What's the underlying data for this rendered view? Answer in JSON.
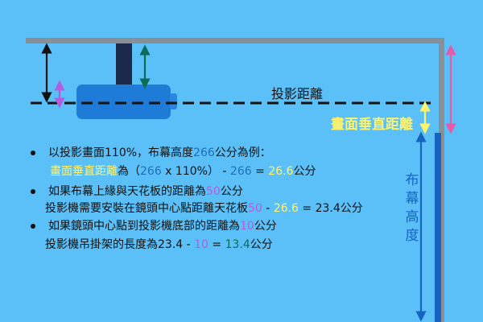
{
  "labels": {
    "throw_distance": "投影距離",
    "vertical_offset": "畫面垂直距離",
    "screen_height_chars": [
      "布",
      "幕",
      "高",
      "度"
    ]
  },
  "notes": [
    {
      "bullet": true,
      "segments": [
        {
          "text": "以投影畫面110%，布幕高度",
          "color": "dark"
        },
        {
          "text": "266",
          "color": "blue"
        },
        {
          "text": "公分為例：",
          "color": "dark"
        }
      ]
    },
    {
      "bullet": false,
      "segments": [
        {
          "text": "畫面垂直距離",
          "color": "yellow"
        },
        {
          "text": "為（",
          "color": "dark"
        },
        {
          "text": "266",
          "color": "blue"
        },
        {
          "text": " x 110%） - ",
          "color": "dark"
        },
        {
          "text": "266",
          "color": "blue"
        },
        {
          "text": " = ",
          "color": "dark"
        },
        {
          "text": "26.6",
          "color": "yellow"
        },
        {
          "text": "公分",
          "color": "dark"
        }
      ]
    },
    {
      "bullet": true,
      "segments": [
        {
          "text": "如果布幕上緣與天花板的距離為",
          "color": "dark"
        },
        {
          "text": "50",
          "color": "purple"
        },
        {
          "text": "公分",
          "color": "dark"
        }
      ]
    },
    {
      "bullet": false,
      "segments": [
        {
          "text": "投影機需要安裝在鏡頭中心點距離天花板",
          "color": "dark"
        },
        {
          "text": "50",
          "color": "purple"
        },
        {
          "text": " - ",
          "color": "dark"
        },
        {
          "text": "26.6",
          "color": "yellow"
        },
        {
          "text": " = 23.4公分",
          "color": "dark"
        }
      ]
    },
    {
      "bullet": true,
      "segments": [
        {
          "text": "如果鏡頭中心點到投影機底部的距離為",
          "color": "dark"
        },
        {
          "text": "10",
          "color": "purple"
        },
        {
          "text": "公分",
          "color": "dark"
        }
      ]
    },
    {
      "bullet": false,
      "segments": [
        {
          "text": "投影機吊掛架的長度為23.4 - ",
          "color": "dark"
        },
        {
          "text": "10",
          "color": "purple"
        },
        {
          "text": " = ",
          "color": "dark"
        },
        {
          "text": "13.4",
          "color": "green"
        },
        {
          "text": "公分",
          "color": "dark"
        }
      ]
    }
  ],
  "colors": {
    "background": "#5bc0f7",
    "dark": "#111111",
    "blue": "#1e6fb8",
    "yellow": "#fff36b",
    "purple": "#b35ee0",
    "green": "#0d6b5a",
    "pink": "#e85aa8",
    "projector": "#1f7bd8",
    "mount": "#1b2a4a",
    "ceiling": "#8a8f96",
    "screen_height_blue": "#1565c0"
  }
}
